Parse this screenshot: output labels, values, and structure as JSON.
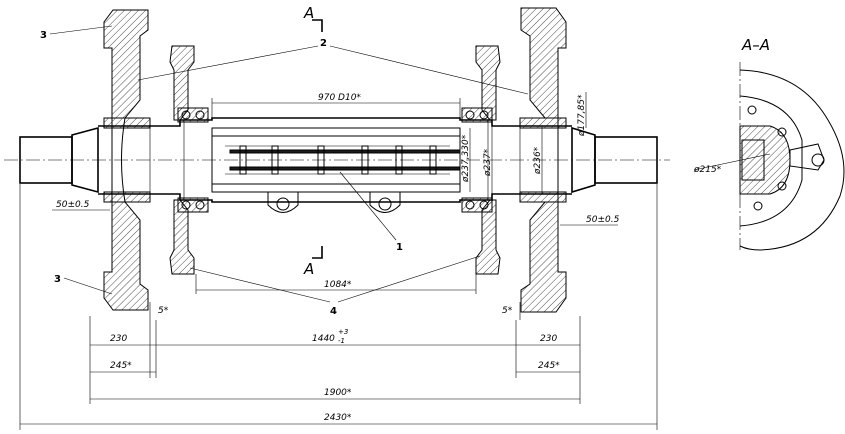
{
  "section_marks": {
    "top": "A",
    "bottom": "A"
  },
  "section_view_title": "A–A",
  "callouts": {
    "c1": "1",
    "c2": "2",
    "c3_top": "3",
    "c3_bottom": "3",
    "c4": "4"
  },
  "dimensions": {
    "d970": "970 D10*",
    "d1084": "1084*",
    "d1440": "1440",
    "d1440_tol": "+3",
    "d1440_tol2": "-1",
    "d1900": "1900*",
    "d2430": "2430*",
    "d230_left": "230",
    "d230_right": "230",
    "d245_left": "245*",
    "d245_right": "245*",
    "d50_left": "50±0.5",
    "d50_right": "50±0.5",
    "d5_left": "5*",
    "d5_right": "5*",
    "dia237_330": "ø237,330*",
    "dia237": "ø237*",
    "dia236": "ø236*",
    "dia177": "ø177,85*",
    "dia215": "ø215*"
  }
}
